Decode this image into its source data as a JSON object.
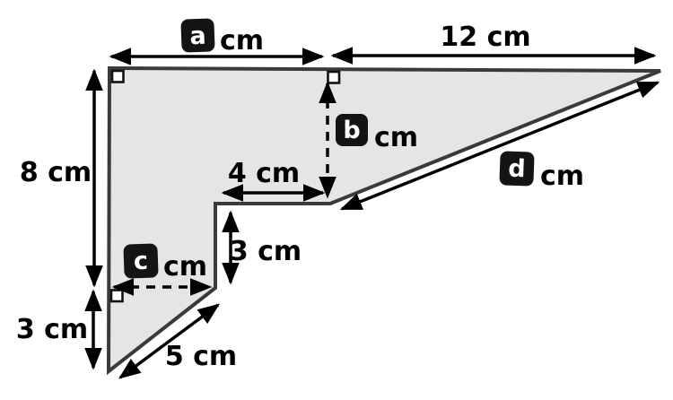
{
  "diagram": {
    "description": "Compound shape geometry worksheet figure with labelled dimensions",
    "unit": "cm",
    "colors": {
      "background": "#ffffff",
      "shape_fill": "#e5e5e5",
      "shape_stroke": "#3a3a3a",
      "arrow": "#000000",
      "label_box_bg": "#141414",
      "label_box_text": "#ffffff",
      "text": "#000000"
    },
    "labels": {
      "a": {
        "letter": "a",
        "suffix": "cm"
      },
      "top_right_width": "12 cm",
      "left_height": "8 cm",
      "bottom_left_height": "3 cm",
      "inner_width": "4 cm",
      "b": {
        "letter": "b",
        "suffix": "cm"
      },
      "step_height": "3 cm",
      "c": {
        "letter": "c",
        "suffix": "cm"
      },
      "slant_length": "5 cm",
      "d": {
        "letter": "d",
        "suffix": "cm"
      }
    }
  }
}
